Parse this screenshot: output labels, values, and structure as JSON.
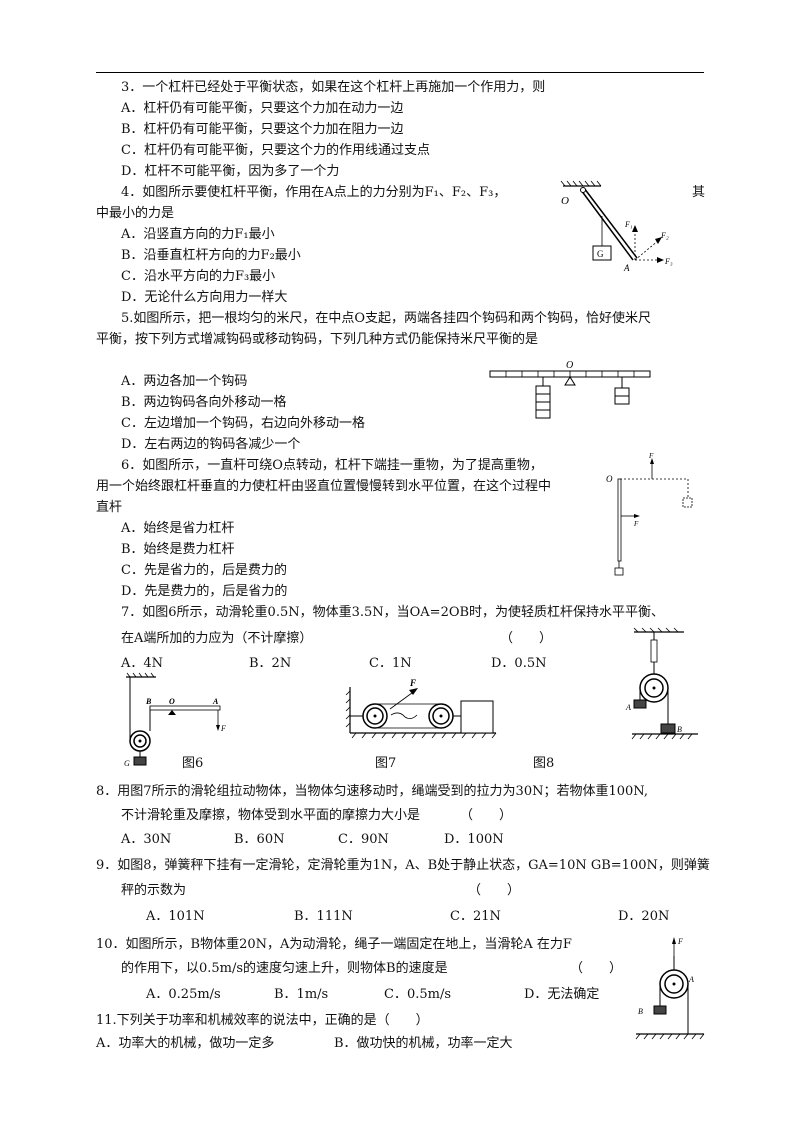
{
  "q3": {
    "stem": "3．一个杠杆已经处于平衡状态，如果在这个杠杆上再施加一个作用力，则",
    "options": [
      "A．杠杆仍有可能平衡，只要这个力加在动力一边",
      "B．杠杆仍有可能平衡，只要这个力加在阻力一边",
      "C．杠杆仍有可能平衡，只要这个力的作用线通过支点",
      "D．杠杆不可能平衡，因为多了一个力"
    ]
  },
  "q4": {
    "stem_a": "4．如图所示要使杠杆平衡，作用在A点上的力分别为F₁、F₂、F₃，",
    "stem_b": "其",
    "stem_c": "中最小的力是",
    "options": [
      "A．沿竖直方向的力F₁最小",
      "B．沿垂直杠杆方向的力F₂最小",
      "C．沿水平方向的力F₃最小",
      "D．无论什么方向用力一样大"
    ],
    "fig": {
      "o": "O",
      "g": "G",
      "a": "A",
      "f1": "F₁",
      "f2": "F₂",
      "f3": "F₃"
    }
  },
  "q5": {
    "stem_a": "5.如图所示，把一根均匀的米尺，在中点O支起，两端各挂四个钩码和两个钩码，恰好使米尺",
    "stem_b": "平衡，按下列方式增减钩码或移动钩码，下列几种方式仍能保持米尺平衡的是",
    "options": [
      "A．两边各加一个钩码",
      "B．两边钩码各向外移动一格",
      "C．左边增加一个钩码，右边向外移动一格",
      "D．左右两边的钩码各减少一个"
    ],
    "fig": {
      "o": "O"
    }
  },
  "q6": {
    "stem_a": "6．如图所示，一直杆可绕O点转动，杠杆下端挂一重物，为了提高重物，",
    "stem_b": "用一个始终跟杠杆垂直的力使杠杆由竖直位置慢慢转到水平位置，在这个过程中",
    "stem_c": "直杆",
    "options": [
      "A．始终是省力杠杆",
      "B．始终是费力杠杆",
      "C．先是省力的，后是费力的",
      "D．先是费力的，后是省力的"
    ],
    "fig": {
      "o": "O",
      "f": "F"
    }
  },
  "q7": {
    "stem_a": "7．如图6所示，动滑轮重0.5N，物体重3.5N，当OA=2OB时，为使轻质杠杆保持水平平衡、",
    "stem_b": "在A端所加的力应为（不计摩擦）",
    "paren": "（　　）",
    "options": [
      "A．4N",
      "B．2N",
      "C．1N",
      "D．0.5N"
    ],
    "fig": {
      "b": "B",
      "o": "O",
      "a": "A",
      "f": "F",
      "g": "G"
    }
  },
  "captions": {
    "fig6": "图6",
    "fig7": "图7",
    "fig8": "图8"
  },
  "fig7": {
    "f": "F"
  },
  "fig8": {
    "a": "A",
    "b": "B"
  },
  "q8": {
    "stem_a": "8．用图7所示的滑轮组拉动物体，当物体匀速移动时，绳端受到的拉力为30N；若物体重100N,",
    "stem_b": "不计滑轮重及摩擦，物体受到水平面的摩擦力大小是",
    "paren": "（　　）",
    "options": [
      "A．30N",
      "B．60N",
      "C．90N",
      "D．100N"
    ]
  },
  "q9": {
    "stem_a": "9．如图8，弹簧秤下挂有一定滑轮，定滑轮重为1N，A、B处于静止状态，GA=10N GB=100N，则弹簧",
    "stem_b": "秤的示数为",
    "paren": "（　　）",
    "options": [
      "A．101N",
      "B．111N",
      "C．21N",
      "D．20N"
    ]
  },
  "q10": {
    "stem_a": "10．如图所示，B物体重20N，A为动滑轮，绳子一端固定在地上，当滑轮A 在力F",
    "stem_b": "的作用下，以0.5m/s的速度匀速上升，则物体B的速度是",
    "paren": "（　　）",
    "options": [
      "A．0.25m/s",
      "B．1m/s",
      "C．0.5m/s",
      "D．无法确定"
    ],
    "fig": {
      "f": "F",
      "a": "A",
      "b": "B"
    }
  },
  "q11": {
    "stem": "11.下列关于功率和机械效率的说法中，正确的是（　　）",
    "options": [
      "A．功率大的机械，做功一定多",
      "B．做功快的机械，功率一定大"
    ]
  }
}
